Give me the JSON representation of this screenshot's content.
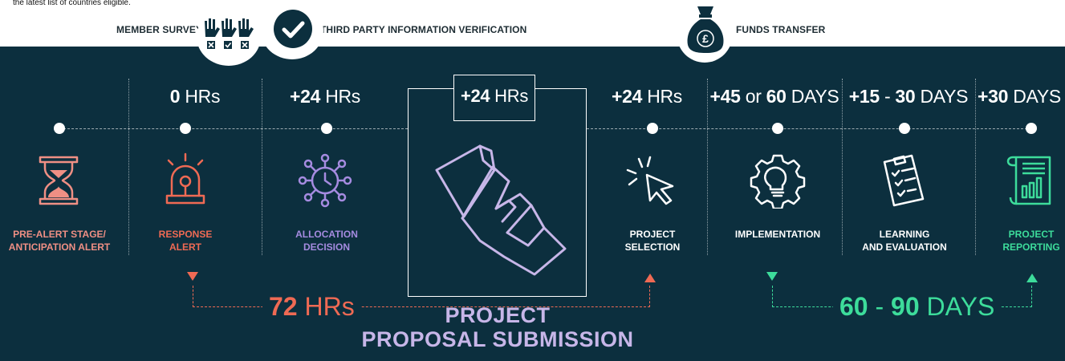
{
  "intro": {
    "text": "the latest list of countries eligible."
  },
  "top_labels": {
    "member_survey": "MEMBER SURVEY",
    "third_party": "THIRD PARTY INFORMATION VERIFICATION",
    "funds_transfer": "FUNDS TRANSFER"
  },
  "headers": [
    {
      "bold": "0",
      "unit": "HRs"
    },
    {
      "bold": "+24",
      "unit": "HRs"
    },
    {
      "bold": "+24",
      "unit": "HRs"
    },
    {
      "bold": "+24",
      "unit": "HRs"
    },
    {
      "bold": "+45",
      "mid": "or",
      "bold2": "60",
      "unit": "DAYS"
    },
    {
      "bold": "+15",
      "mid": "-",
      "bold2": "30",
      "unit": "DAYS"
    },
    {
      "bold": "+30",
      "unit": "DAYS"
    }
  ],
  "stages": [
    {
      "label": "PRE-ALERT STAGE/\nANTICIPATION ALERT",
      "icon": "hourglass-icon",
      "color": "#ef8f84"
    },
    {
      "label": "RESPONSE\nALERT",
      "icon": "siren-icon",
      "color": "#ef6a54"
    },
    {
      "label": "ALLOCATION\nDECISION",
      "icon": "clock-network-icon",
      "color": "#a58be0"
    },
    {
      "label": "PROJECT\nSELECTION",
      "icon": "cursor-click-icon",
      "color": "#ffffff"
    },
    {
      "label": "IMPLEMENTATION",
      "icon": "lightbulb-gear-icon",
      "color": "#ffffff"
    },
    {
      "label": "LEARNING\nAND EVALUATION",
      "icon": "clipboard-checklist-icon",
      "color": "#ffffff"
    },
    {
      "label": "PROJECT\nREPORTING",
      "icon": "report-chart-icon",
      "color": "#3ddc9b"
    }
  ],
  "center": {
    "bold": "+24",
    "unit": "HRs",
    "label": "PROJECT\nPROPOSAL SUBMISSION",
    "icon": "hand-document-icon"
  },
  "span_left": {
    "bold": "72",
    "unit": "HRs",
    "color": "#ef6a54"
  },
  "span_right": {
    "bold": "60",
    "mid": "-",
    "bold2": "90",
    "unit": "DAYS",
    "color": "#3ddc9b"
  },
  "colors": {
    "background": "#0c2f3e",
    "coral": "#ef6a54",
    "purple": "#a58be0",
    "green": "#3ddc9b",
    "lavender": "#c7b6e8"
  }
}
